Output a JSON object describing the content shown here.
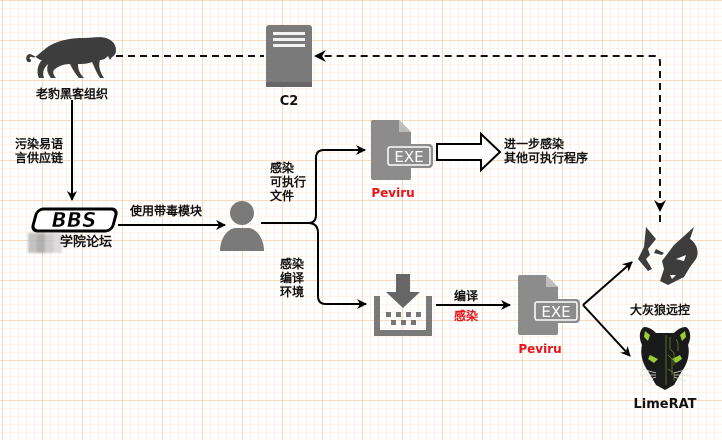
{
  "diagram": {
    "nodes": {
      "apt_group": {
        "label": "老豹黑客组织",
        "icon": "leopard-icon"
      },
      "c2": {
        "label": "C2",
        "icon": "server-icon"
      },
      "forum": {
        "logo_text": "BBS",
        "label_visible": "学院论坛",
        "label_note_redacted": true,
        "icon": "bbs-logo-icon"
      },
      "user": {
        "icon": "user-icon"
      },
      "exe_top": {
        "icon_text": "EXE",
        "label": "Peviru",
        "icon": "exe-file-icon"
      },
      "compiler": {
        "icon": "install-compile-icon"
      },
      "exe_bottom": {
        "icon_text": "EXE",
        "label": "Peviru",
        "icon": "exe-file-icon"
      },
      "dahuilang": {
        "label": "大灰狼远控",
        "icon": "wolf-icon"
      },
      "limerat": {
        "label": "LimeRAT",
        "icon": "limerat-icon"
      }
    },
    "edges": {
      "supply_chain": {
        "line1": "污染易语",
        "line2": "言供应链"
      },
      "use_module": "使用带毒模块",
      "infect_exe": {
        "line1": "感染",
        "line2": "可执行",
        "line3": "文件"
      },
      "infect_env": {
        "line1": "感染",
        "line2": "编译",
        "line3": "环境"
      },
      "further": {
        "line1": "进一步感染",
        "line2": "其他可执行程序"
      },
      "compile": {
        "line1": "编译",
        "line2": "感染"
      }
    },
    "colors": {
      "icon_gray": "#7a7a7a",
      "dark_icon": "#3d3d3d",
      "accent_red": "#e8141b",
      "lime_green": "#9acd32",
      "grid_major": "#f0d6b8",
      "grid_minor": "#f8e8da"
    }
  }
}
